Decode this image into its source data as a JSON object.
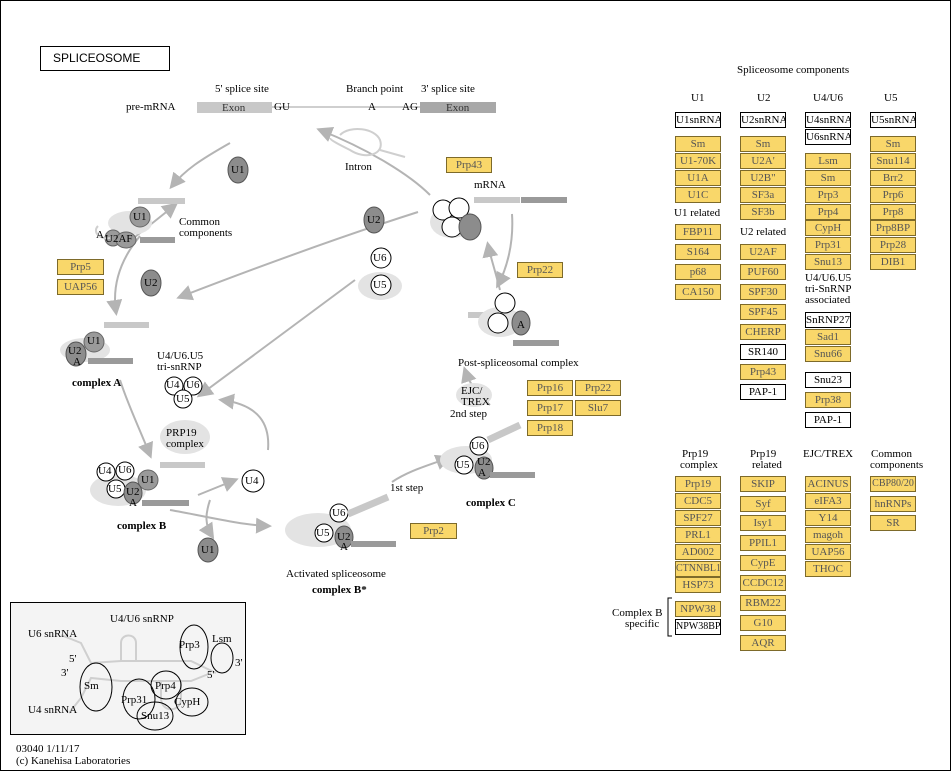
{
  "title": "SPLICEOSOME",
  "footer": {
    "id_date": "03040 1/11/17",
    "copyright": "(c) Kanehisa Laboratories"
  },
  "premrna": {
    "label": "pre-mRNA",
    "five_site": "5' splice site",
    "branch": "Branch point",
    "three_site": "3' splice site",
    "exon": "Exon",
    "gu": "GU",
    "a": "A",
    "ag": "AG",
    "intron": "Intron",
    "mrna": "mRNA"
  },
  "snrnp": {
    "u1": "U1",
    "u2": "U2",
    "u4": "U4",
    "u5": "U5",
    "u6": "U6",
    "a": "A",
    "u2af": "U2AF"
  },
  "cycle_labels": {
    "common": "Common",
    "components": "components",
    "complex_a": "complex A",
    "complex_b": "complex B",
    "complex_b_star": "complex B*",
    "complex_c": "complex C",
    "activated": "Activated spliceosome",
    "tri_1": "U4/U6.U5",
    "tri_2": "tri-snRNP",
    "prp19_1": "PRP19",
    "prp19_2": "complex",
    "post": "Post-spliceosomal complex",
    "ejc1": "EJC/",
    "ejc2": "TREX",
    "second_step": "2nd step",
    "first_step": "1st step"
  },
  "cycle_genes": {
    "prp5": "Prp5",
    "uap56": "UAP56",
    "prp43": "Prp43",
    "prp22_post": "Prp22",
    "prp16": "Prp16",
    "prp22": "Prp22",
    "prp17": "Prp17",
    "slu7": "Slu7",
    "prp18": "Prp18",
    "prp2": "Prp2"
  },
  "components": {
    "header": "Spliceosome components",
    "col_u1": "U1",
    "col_u2": "U2",
    "col_u46": "U4/U6",
    "col_u5": "U5",
    "u1": {
      "snrna": "U1snRNA",
      "genes": [
        "Sm",
        "U1-70K",
        "U1A",
        "U1C"
      ]
    },
    "u1_related": {
      "label": "U1 related",
      "genes": [
        "FBP11",
        "S164",
        "p68",
        "CA150"
      ]
    },
    "u2": {
      "snrna": "U2snRNA",
      "genes": [
        "Sm",
        "U2A'",
        "U2B\"",
        "SF3a",
        "SF3b"
      ]
    },
    "u2_related": {
      "label": "U2 related",
      "genes": [
        "U2AF",
        "PUF60",
        "SPF30",
        "SPF45",
        "CHERP"
      ],
      "white": "SR140",
      "gene2": "Prp43",
      "white2": "PAP-1"
    },
    "u46": {
      "snrna1": "U4snRNA",
      "snrna2": "U6snRNA",
      "genes": [
        "Lsm",
        "Sm",
        "Prp3",
        "Prp4",
        "CypH",
        "Prp31",
        "Snu13"
      ]
    },
    "tri_assoc": {
      "label1": "U4/U6.U5",
      "label2": "tri-SnRNP",
      "label3": "associated",
      "white": "SnRNP27",
      "genes": [
        "Sad1",
        "Snu66"
      ],
      "white2": "Snu23",
      "gene3": "Prp38",
      "white3": "PAP-1"
    },
    "u5": {
      "snrna": "U5snRNA",
      "genes": [
        "Sm",
        "Snu114",
        "Brr2",
        "Prp6",
        "Prp8",
        "Prp8BP",
        "Prp28",
        "DIB1"
      ]
    }
  },
  "lower": {
    "prp19_complex": {
      "label1": "Prp19",
      "label2": "complex",
      "genes": [
        "Prp19",
        "CDC5",
        "SPF27",
        "PRL1",
        "AD002",
        "CTNNBL1",
        "HSP73"
      ]
    },
    "prp19_related": {
      "label1": "Prp19",
      "label2": "related",
      "genes": [
        "SKIP",
        "Syf",
        "Isy1",
        "PPIL1",
        "CypE",
        "CCDC12",
        "RBM22",
        "G10",
        "AQR"
      ]
    },
    "ejc_trex": {
      "label": "EJC/TREX",
      "genes": [
        "ACINUS",
        "eIFA3",
        "Y14",
        "magoh",
        "UAP56",
        "THOC"
      ]
    },
    "common": {
      "label1": "Common",
      "label2": "components",
      "genes": [
        "CBP80/20",
        "hnRNPs",
        "SR"
      ]
    },
    "complex_b_specific": {
      "label1": "Complex B",
      "label2": "specific",
      "gene": "NPW38",
      "white": "NPW38BP"
    }
  },
  "inset": {
    "title": "U4/U6 snRNP",
    "u6": "U6 snRNA",
    "u4": "U4 snRNA",
    "five": "5'",
    "three": "3'",
    "three_b": "3'",
    "five_b": "5'",
    "sm": "Sm",
    "prp3": "Prp3",
    "lsm": "Lsm",
    "prp4": "Prp4",
    "prp31": "Prp31",
    "cyph": "CypH",
    "snu13": "Snu13"
  },
  "colors": {
    "gene_fill": "#f9d76a",
    "gene_border": "#7d6a2a",
    "snrnp_dark": "#8c8c8c",
    "blob": "#e3e3e3",
    "arrow": "#b4b4b4"
  }
}
